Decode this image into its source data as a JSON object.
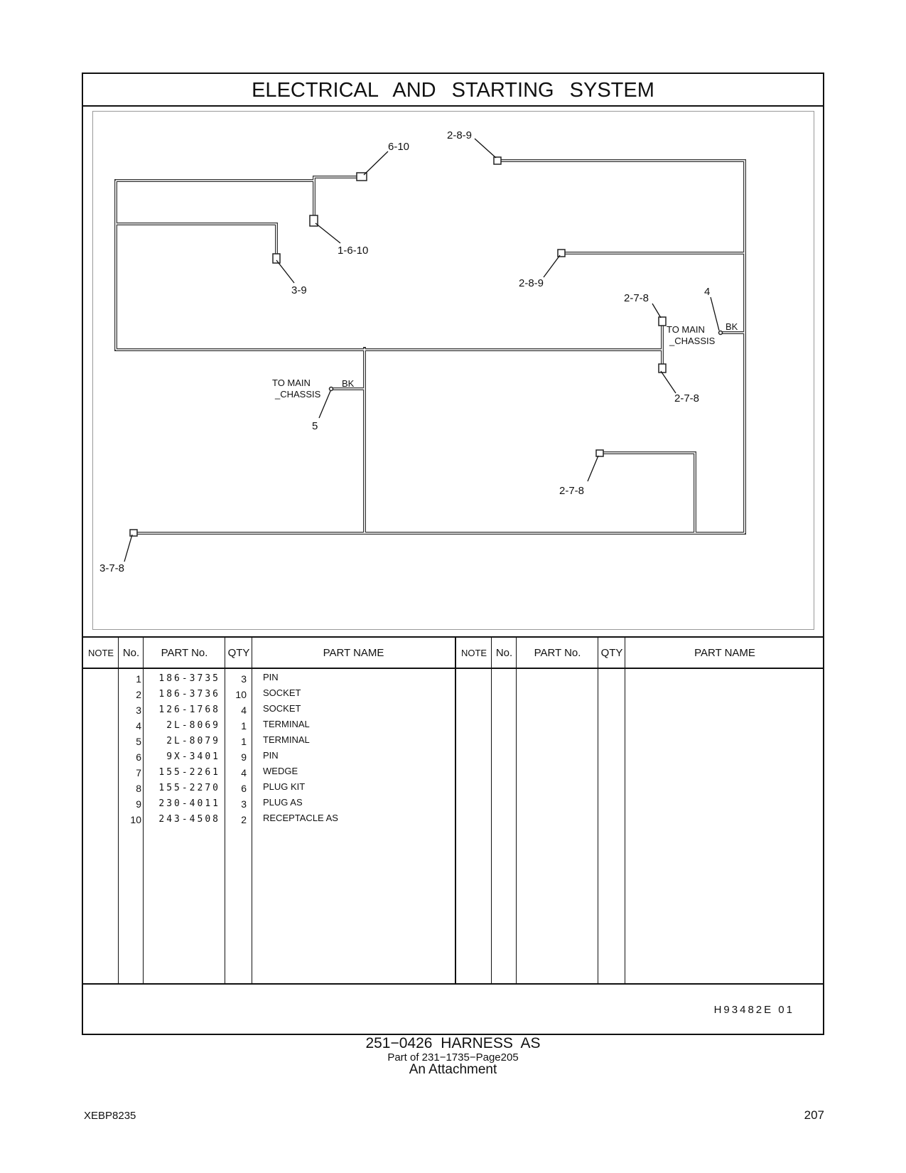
{
  "header": {
    "title": "ELECTRICAL AND STARTING SYSTEM"
  },
  "diagram": {
    "callouts": {
      "c_2_8_9_top": "2-8-9",
      "c_6_10": "6-10",
      "c_1_6_10": "1-6-10",
      "c_3_9": "3-9",
      "c_2_8_9_mid": "2-8-9",
      "c_2_7_8_a": "2-7-8",
      "c_4": "4",
      "c_bk_right": "BK",
      "c_to_main_right_1": "TO MAIN",
      "c_to_main_right_2": "_CHASSIS",
      "c_2_7_8_b": "2-7-8",
      "c_to_main_left_1": "TO MAIN",
      "c_to_main_left_2": "_CHASSIS",
      "c_bk_left": "BK",
      "c_5": "5",
      "c_2_7_8_c": "2-7-8",
      "c_3_7_8": "3-7-8"
    }
  },
  "table": {
    "headers": {
      "note": "NOTE",
      "no": "No.",
      "part_no": "PART No.",
      "qty": "QTY",
      "part_name": "PART NAME"
    },
    "rows": [
      {
        "no": "1",
        "part_no": "186-3735",
        "qty": "3",
        "name": "PIN"
      },
      {
        "no": "2",
        "part_no": "186-3736",
        "qty": "10",
        "name": "SOCKET"
      },
      {
        "no": "3",
        "part_no": "126-1768",
        "qty": "4",
        "name": "SOCKET"
      },
      {
        "no": "4",
        "part_no": "2L-8069",
        "qty": "1",
        "name": "TERMINAL"
      },
      {
        "no": "5",
        "part_no": "2L-8079",
        "qty": "1",
        "name": "TERMINAL"
      },
      {
        "no": "6",
        "part_no": "9X-3401",
        "qty": "9",
        "name": "PIN"
      },
      {
        "no": "7",
        "part_no": "155-2261",
        "qty": "4",
        "name": "WEDGE"
      },
      {
        "no": "8",
        "part_no": "155-2270",
        "qty": "6",
        "name": "PLUG  KIT"
      },
      {
        "no": "9",
        "part_no": "230-4011",
        "qty": "3",
        "name": "PLUG  AS"
      },
      {
        "no": "10",
        "part_no": "243-4508",
        "qty": "2",
        "name": "RECEPTACLE  AS"
      }
    ]
  },
  "drawing_number": "H93482E   01",
  "caption": {
    "line1": "251−0426  HARNESS  AS",
    "line2": "Part of 231−1735−Page205",
    "line3": "An Attachment"
  },
  "footer": {
    "doc_id": "XEBP8235",
    "page": "207"
  }
}
